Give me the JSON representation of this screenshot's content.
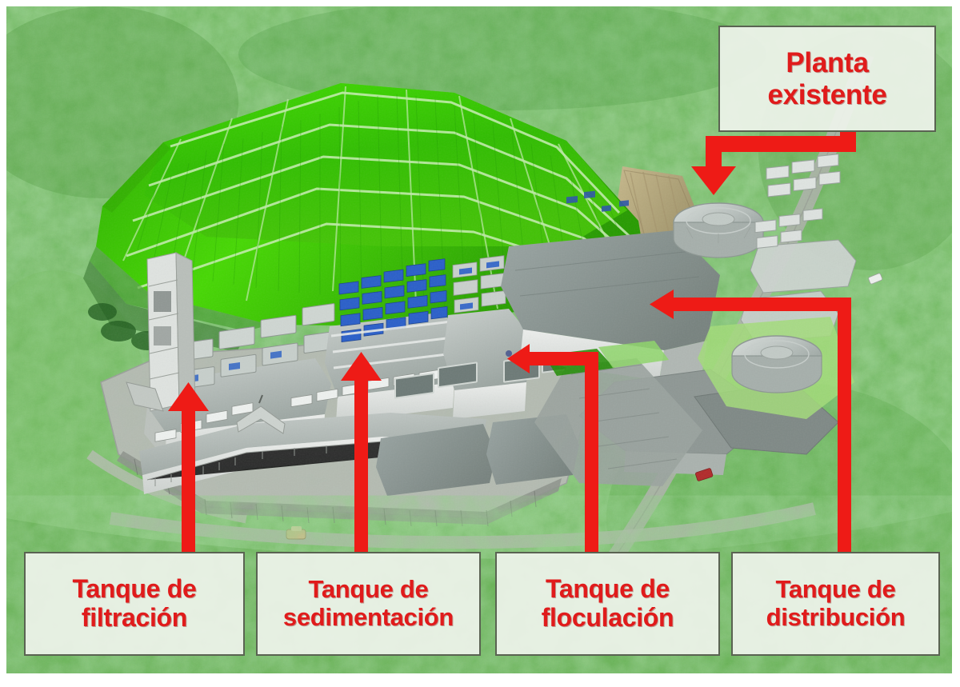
{
  "figure": {
    "kind": "annotated-aerial-illustration",
    "subject": "Water treatment plant aerial rendering with Spanish callout labels",
    "accent_color": "#e01b1b",
    "box_border_color": "#5a6352",
    "box_fill_color": "#eef3eb"
  },
  "callouts": [
    {
      "id": "planta-existente",
      "lines": [
        "Planta",
        "existente"
      ],
      "line1": "Planta",
      "line2": "existente",
      "position": "top-right",
      "arrow": "elbow-down-left"
    },
    {
      "id": "tanque-filtracion",
      "lines": [
        "Tanque de",
        "filtración"
      ],
      "line1": "Tanque de",
      "line2": "filtración",
      "position": "bottom-1",
      "arrow": "straight-up"
    },
    {
      "id": "tanque-sedimentacion",
      "lines": [
        "Tanque de",
        "sedimentación"
      ],
      "line1": "Tanque de",
      "line2": "sedimentación",
      "position": "bottom-2",
      "arrow": "straight-up"
    },
    {
      "id": "tanque-floculacion",
      "lines": [
        "Tanque de",
        "floculación"
      ],
      "line1": "Tanque de",
      "line2": "floculación",
      "position": "bottom-3",
      "arrow": "elbow-up-left"
    },
    {
      "id": "tanque-distribucion",
      "lines": [
        "Tanque de",
        "distribución"
      ],
      "line1": "Tanque de",
      "line2": "distribución",
      "position": "bottom-4",
      "arrow": "elbow-up-left-long"
    }
  ],
  "scene": {
    "terrain_label": "terraced-green-hillside",
    "forest_label": "surrounding-forest",
    "road_label": "access-road",
    "buildings": [
      "filtration-building",
      "sedimentation-basins",
      "flocculation-basins",
      "administration-building",
      "existing-plant-tank",
      "distribution-tank"
    ],
    "colors": {
      "forest_dark": "#5aa84a",
      "forest_light": "#9ed38a",
      "terrace_green": "#35c400",
      "terrace_dark": "#2aa000",
      "concrete": "#d5d9d6",
      "concrete_dark": "#a8aeab",
      "roof_grey": "#8b9694",
      "water_blue": "#2a5fc9",
      "road_grey": "#b9bcb7"
    }
  }
}
